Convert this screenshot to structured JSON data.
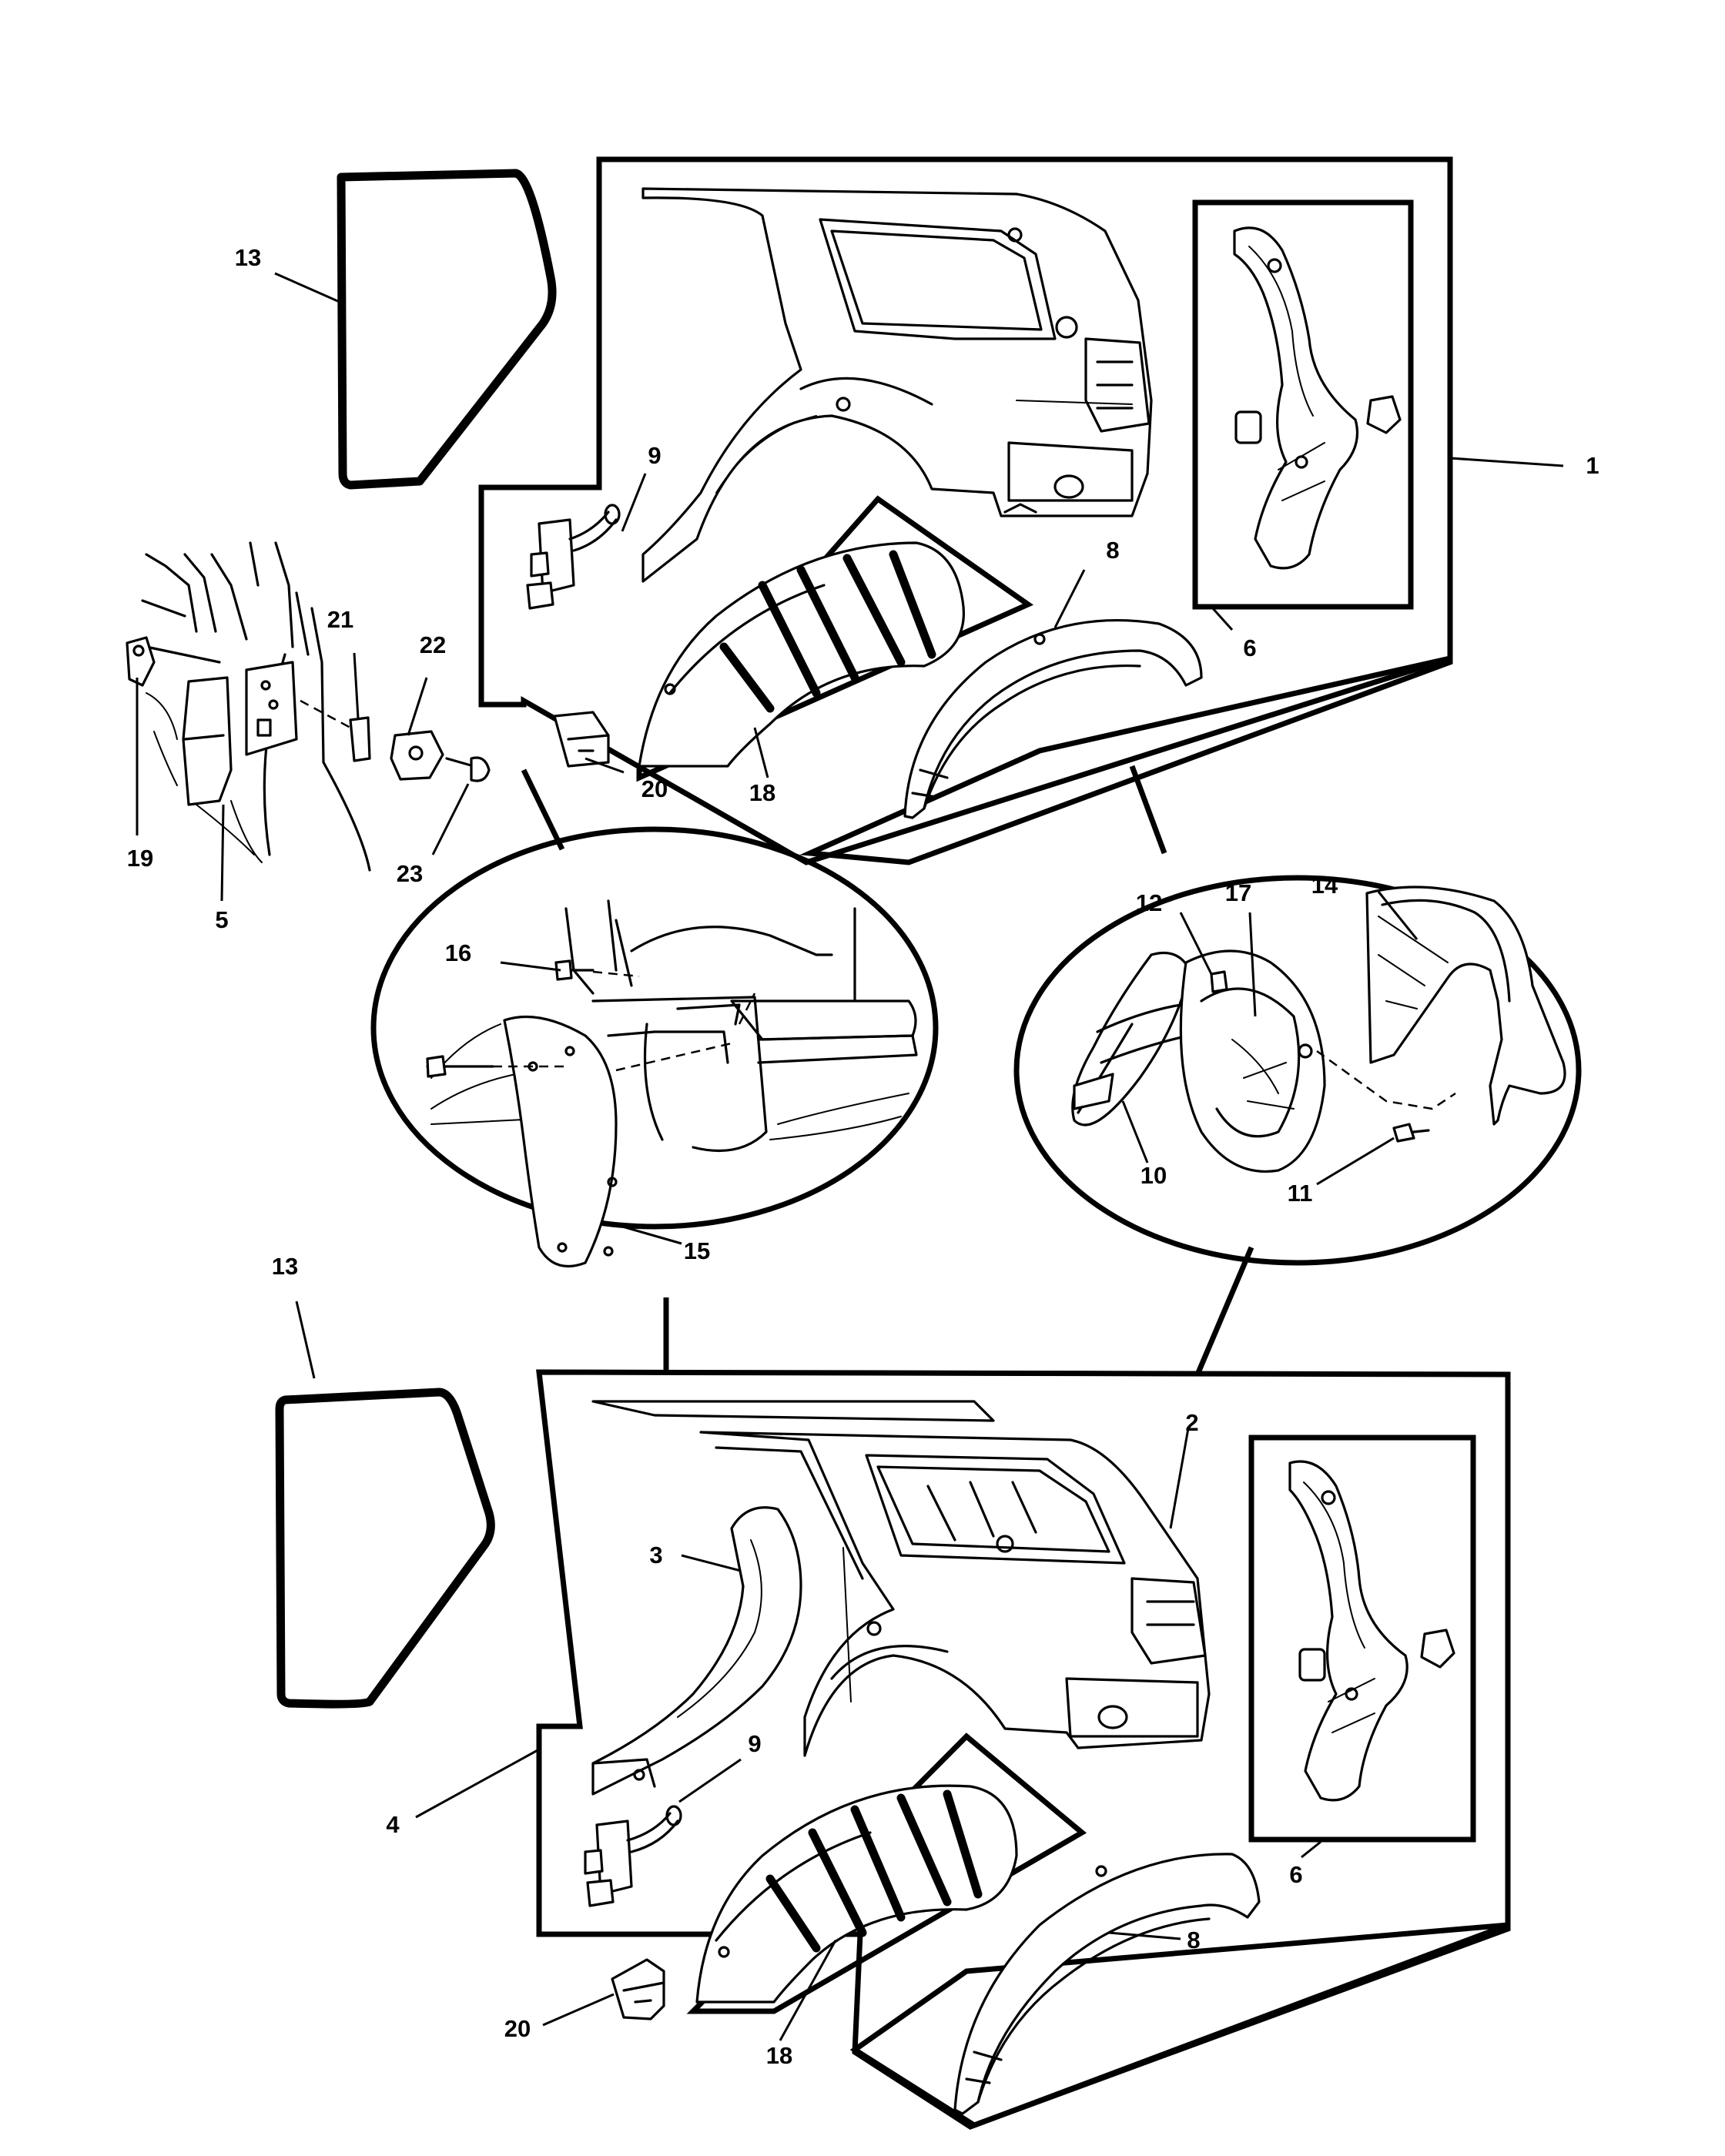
{
  "callouts": {
    "c1": "1",
    "c2": "2",
    "c3": "3",
    "c4": "4",
    "c5": "5",
    "c6a": "6",
    "c6b": "6",
    "c8a": "8",
    "c8b": "8",
    "c9a": "9",
    "c9b": "9",
    "c10": "10",
    "c11": "11",
    "c12": "12",
    "c13a": "13",
    "c13b": "13",
    "c14": "14",
    "c15": "15",
    "c16": "16",
    "c17": "17",
    "c18a": "18",
    "c18b": "18",
    "c19": "19",
    "c20a": "20",
    "c20b": "20",
    "c21": "21",
    "c22": "22",
    "c23": "23"
  }
}
